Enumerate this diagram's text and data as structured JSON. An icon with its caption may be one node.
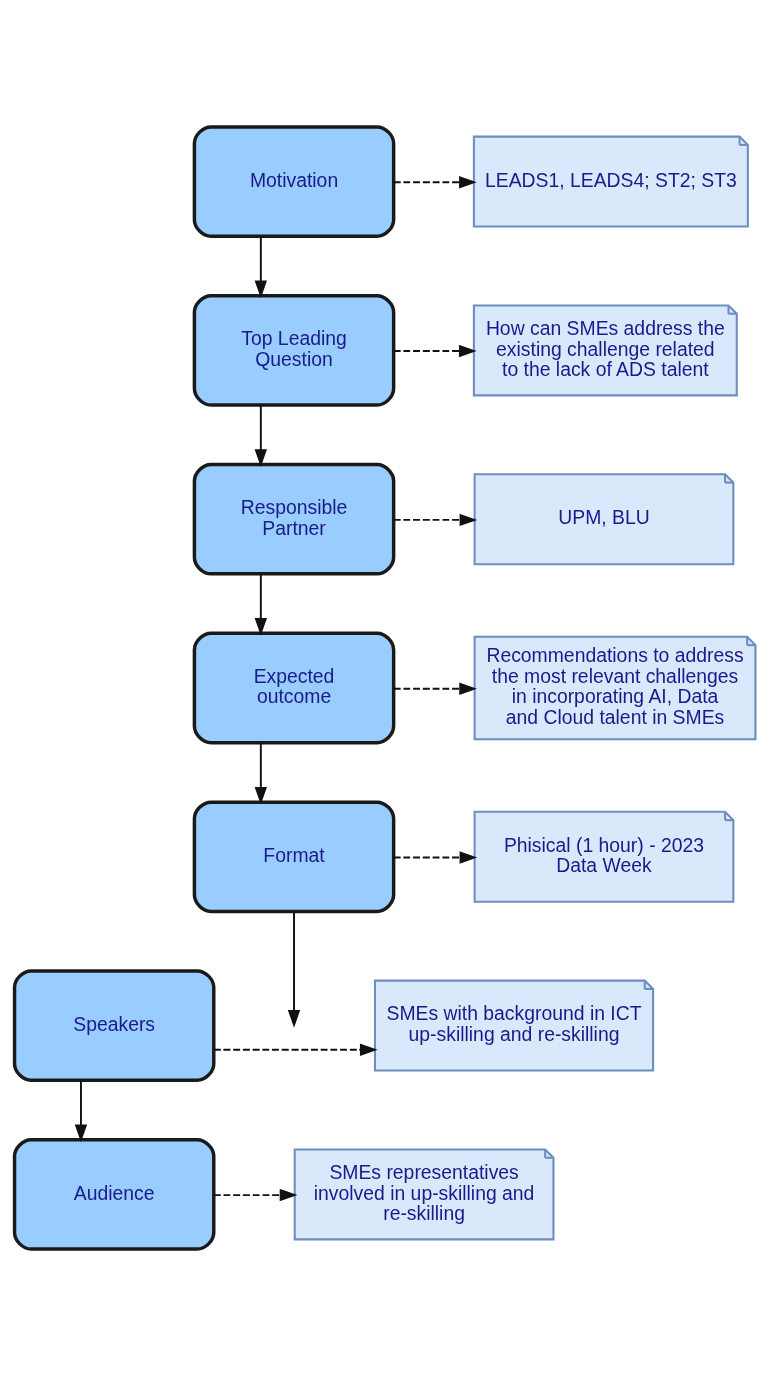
{
  "diagram": {
    "nodes": [
      {
        "text": [
          "Motivation"
        ]
      },
      {
        "text": [
          "LEADS1, LEADS4; ST2; ST3"
        ]
      },
      {
        "text": [
          "Top Leading Question"
        ]
      },
      {
        "text": [
          "How can SMEs address the existing challenge related to the lack of ADS talent"
        ]
      },
      {
        "text": [
          "Responsible Partner"
        ]
      },
      {
        "text": [
          "UPM, BLU"
        ]
      },
      {
        "text": [
          "Expected outcome"
        ]
      },
      {
        "text": [
          "Recommendations to address the most relevant challenges in incorporating AI, Data and Cloud talent in SMEs"
        ]
      },
      {
        "text": [
          "Format"
        ]
      },
      {
        "text": [
          "Phisical (1 hour) - 2023 Data Week"
        ]
      },
      {
        "text": [
          "Speakers"
        ]
      },
      {
        "text": [
          "SMEs with background in ICT up-skilling and re-skilling"
        ]
      },
      {
        "text": [
          "Audience"
        ]
      },
      {
        "text": [
          "SMEs representatives involved in up-skilling and re-skilling"
        ]
      }
    ],
    "edges": [
      {
        "from": 0,
        "to": 1,
        "arrow": "to",
        "style": "dashed"
      },
      {
        "from": 0,
        "to": 2,
        "arrow": "to"
      },
      {
        "from": 2,
        "to": 3,
        "arrow": "to",
        "style": "dashed"
      },
      {
        "from": 2,
        "to": 4,
        "arrow": "to"
      },
      {
        "from": 4,
        "to": 5,
        "arrow": "to",
        "style": "dashed"
      },
      {
        "from": 4,
        "to": 6,
        "arrow": "to"
      },
      {
        "from": 6,
        "to": 7,
        "arrow": "to",
        "style": "dashed"
      },
      {
        "from": 6,
        "to": 8,
        "arrow": "to"
      },
      {
        "from": 8,
        "to": 9,
        "arrow": "to",
        "style": "dashed"
      },
      {
        "from": 8,
        "to": null,
        "arrow": "to"
      },
      {
        "from": 10,
        "to": 11,
        "arrow": "to",
        "style": "dashed"
      },
      {
        "from": 10,
        "to": 12,
        "arrow": "to"
      },
      {
        "from": 12,
        "to": 13,
        "arrow": "to",
        "style": "dashed"
      }
    ]
  }
}
